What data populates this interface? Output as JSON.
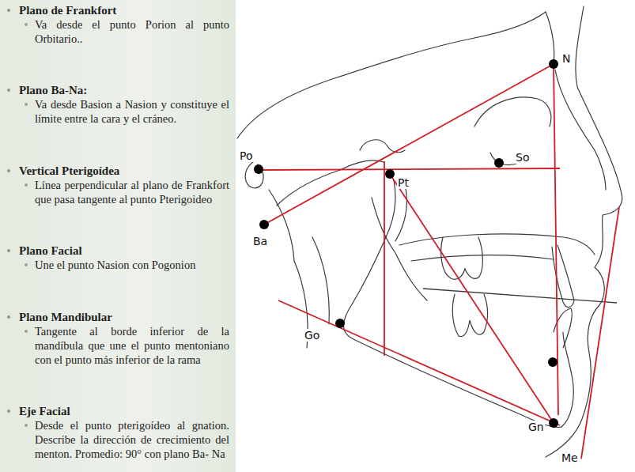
{
  "diagram": {
    "nodes": [
      {
        "text": [
          "Plano de Frankfort",
          "Va desde el punto Porion al punto Orbitario..",
          "Plano Ba-Na:",
          "Va desde Basion a Nasion y constituye el límite entre la cara y el cráneo.",
          "Vertical Pterigoídea",
          "Línea perpendicular al plano de Frankfort que pasa tangente al punto Pterigoideo",
          "Plano Facial",
          "Une el punto Nasion con Pogonion",
          "Plano Mandibular",
          "Tangente al borde inferior de la mandíbula que une el punto mentoniano con el punto más inferior de la rama",
          "Eje Facial",
          "Desde el punto pterigoídeo al gnation. Describe la dirección de crecimiento del menton. Promedio: 90° con plano Ba- Na"
        ]
      }
    ],
    "labels": [
      "N",
      "So",
      "Po",
      "Pt",
      "Ba",
      "Go",
      "Gn",
      "Me"
    ]
  }
}
